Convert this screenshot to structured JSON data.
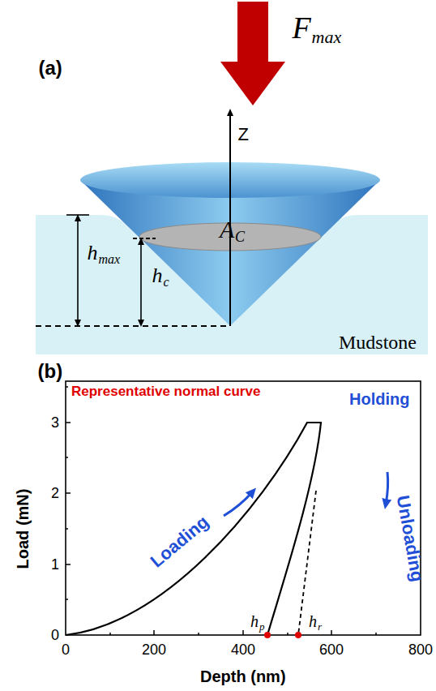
{
  "diagram": {
    "labels": [
      "F",
      "max",
      "(a)",
      "Z",
      "A",
      "C",
      "h",
      "max",
      "h",
      "c",
      "Mudstone",
      "(b)",
      "Representative normal curve",
      "Holding",
      "Loading",
      "Unloading",
      "h",
      "p",
      "h",
      "r",
      "0",
      "1",
      "2",
      "3",
      "0",
      "200",
      "400",
      "600",
      "800",
      "Load (mN)",
      "Depth (nm)"
    ]
  }
}
